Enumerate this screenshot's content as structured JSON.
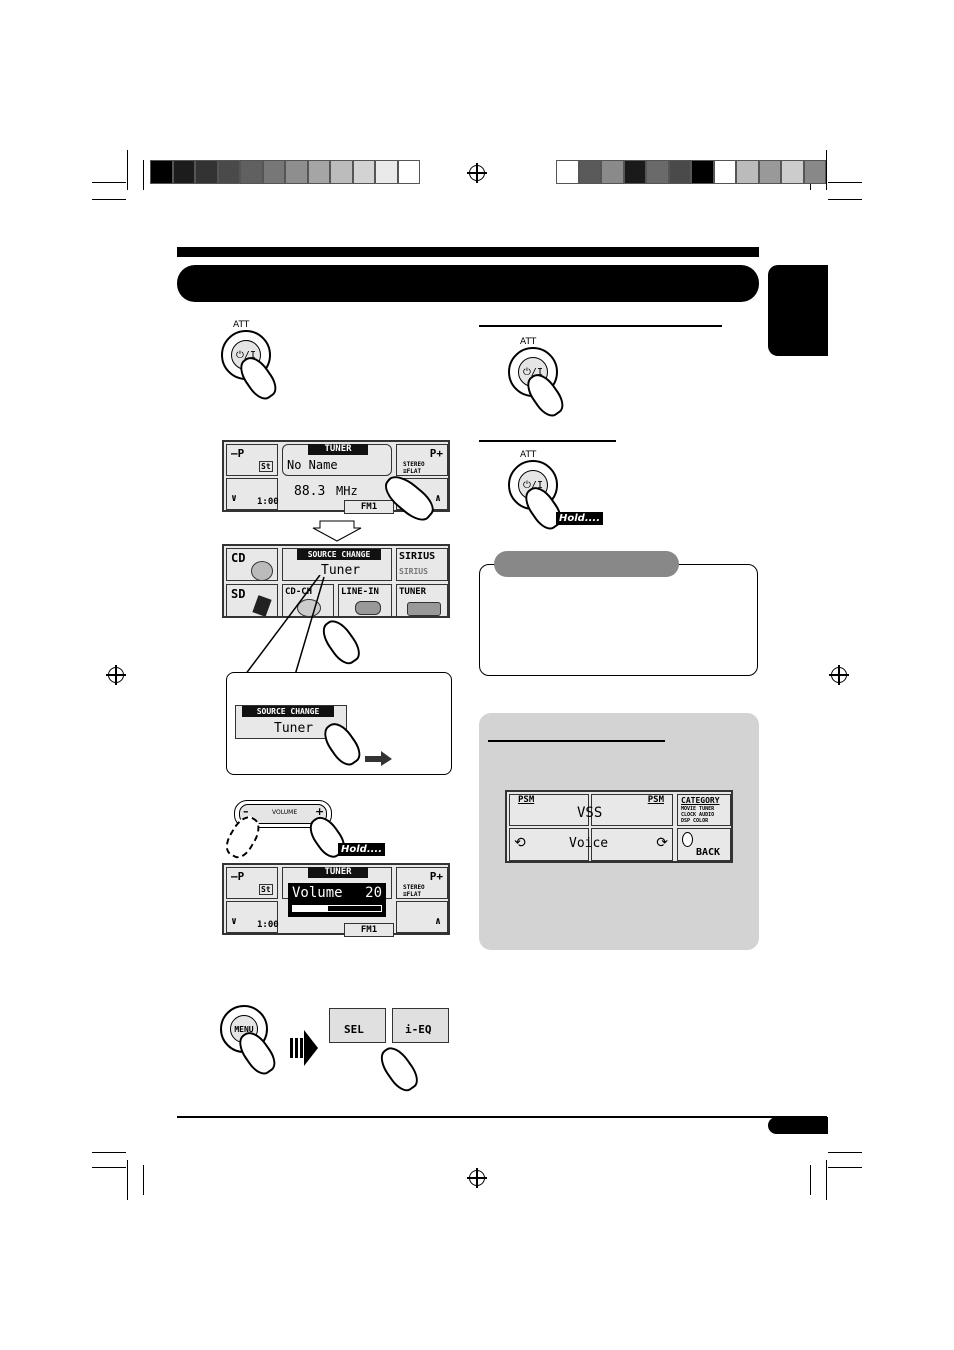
{
  "color_bars": {
    "left": [
      "#000000",
      "#1c1c1c",
      "#333333",
      "#4a4a4a",
      "#606060",
      "#777777",
      "#8e8e8e",
      "#a5a5a5",
      "#bcbcbc",
      "#d3d3d3",
      "#eaeaea",
      "#ffffff"
    ],
    "right": [
      "#ffffff",
      "#5a5a5a",
      "#8a8a8a",
      "#1a1a1a",
      "#6a6a6a",
      "#4a4a4a",
      "#000000",
      "#ffffff",
      "#bbbbbb",
      "#999999",
      "#cccccc",
      "#888888"
    ]
  },
  "knob": {
    "att_label": "ATT",
    "power_symbol": "⏻/I",
    "menu_label": "MENU",
    "volume_label": "VOLUME",
    "minus": "–",
    "plus": "+"
  },
  "hold_label": "Hold....",
  "tuner_screen": {
    "title": "TUNER",
    "left_top": "–P",
    "st": "St",
    "station": "No Name",
    "right_top": "P+",
    "stereo": "STEREO",
    "flat": "≡FLAT",
    "freq": "88.3",
    "unit": "MHz",
    "time": "1:00",
    "band": "FM1"
  },
  "source_screen": {
    "cd": "CD",
    "title": "SOURCE CHANGE",
    "current": "Tuner",
    "sirius": "SIRIUS",
    "sirius_logo": "SIRIUS",
    "sd": "SD",
    "cdch": "CD-CH",
    "linein": "LINE-IN",
    "tuner": "TUNER"
  },
  "callout": {
    "title": "SOURCE CHANGE",
    "value": "Tuner"
  },
  "volume_screen": {
    "overlay_label": "Volume",
    "overlay_value": "20"
  },
  "menu_buttons": {
    "sel": "SEL",
    "ieq": "i-EQ"
  },
  "psm_screen": {
    "psm_left": "PSM",
    "psm_right": "PSM",
    "item": "VSS",
    "value": "Voice",
    "category": "CATEGORY",
    "cat_line1": "MOVIE TUNER",
    "cat_line2": "CLOCK AUDIO",
    "cat_line3": "DSP  COLOR",
    "back": "BACK"
  }
}
